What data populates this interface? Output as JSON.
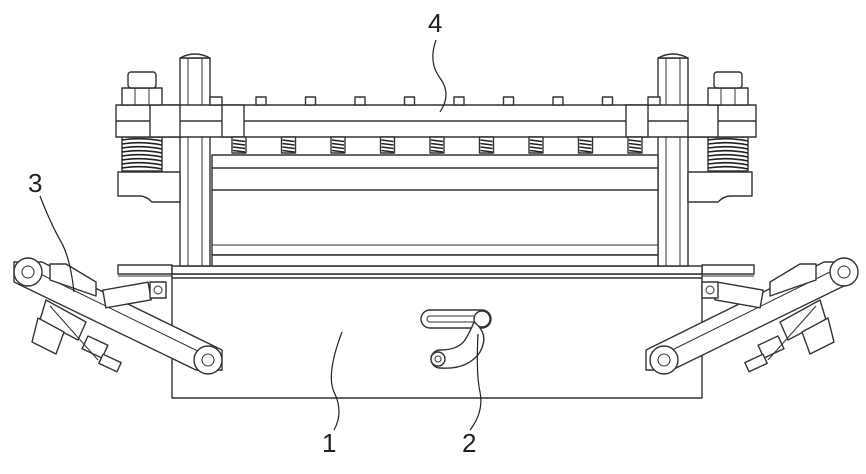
{
  "labels": [
    {
      "id": "housing",
      "text": "1"
    },
    {
      "id": "handle",
      "text": "2"
    },
    {
      "id": "side-arm",
      "text": "3"
    },
    {
      "id": "press-plate",
      "text": "4"
    }
  ],
  "colors": {
    "line": "#333333",
    "background": "#ffffff"
  }
}
